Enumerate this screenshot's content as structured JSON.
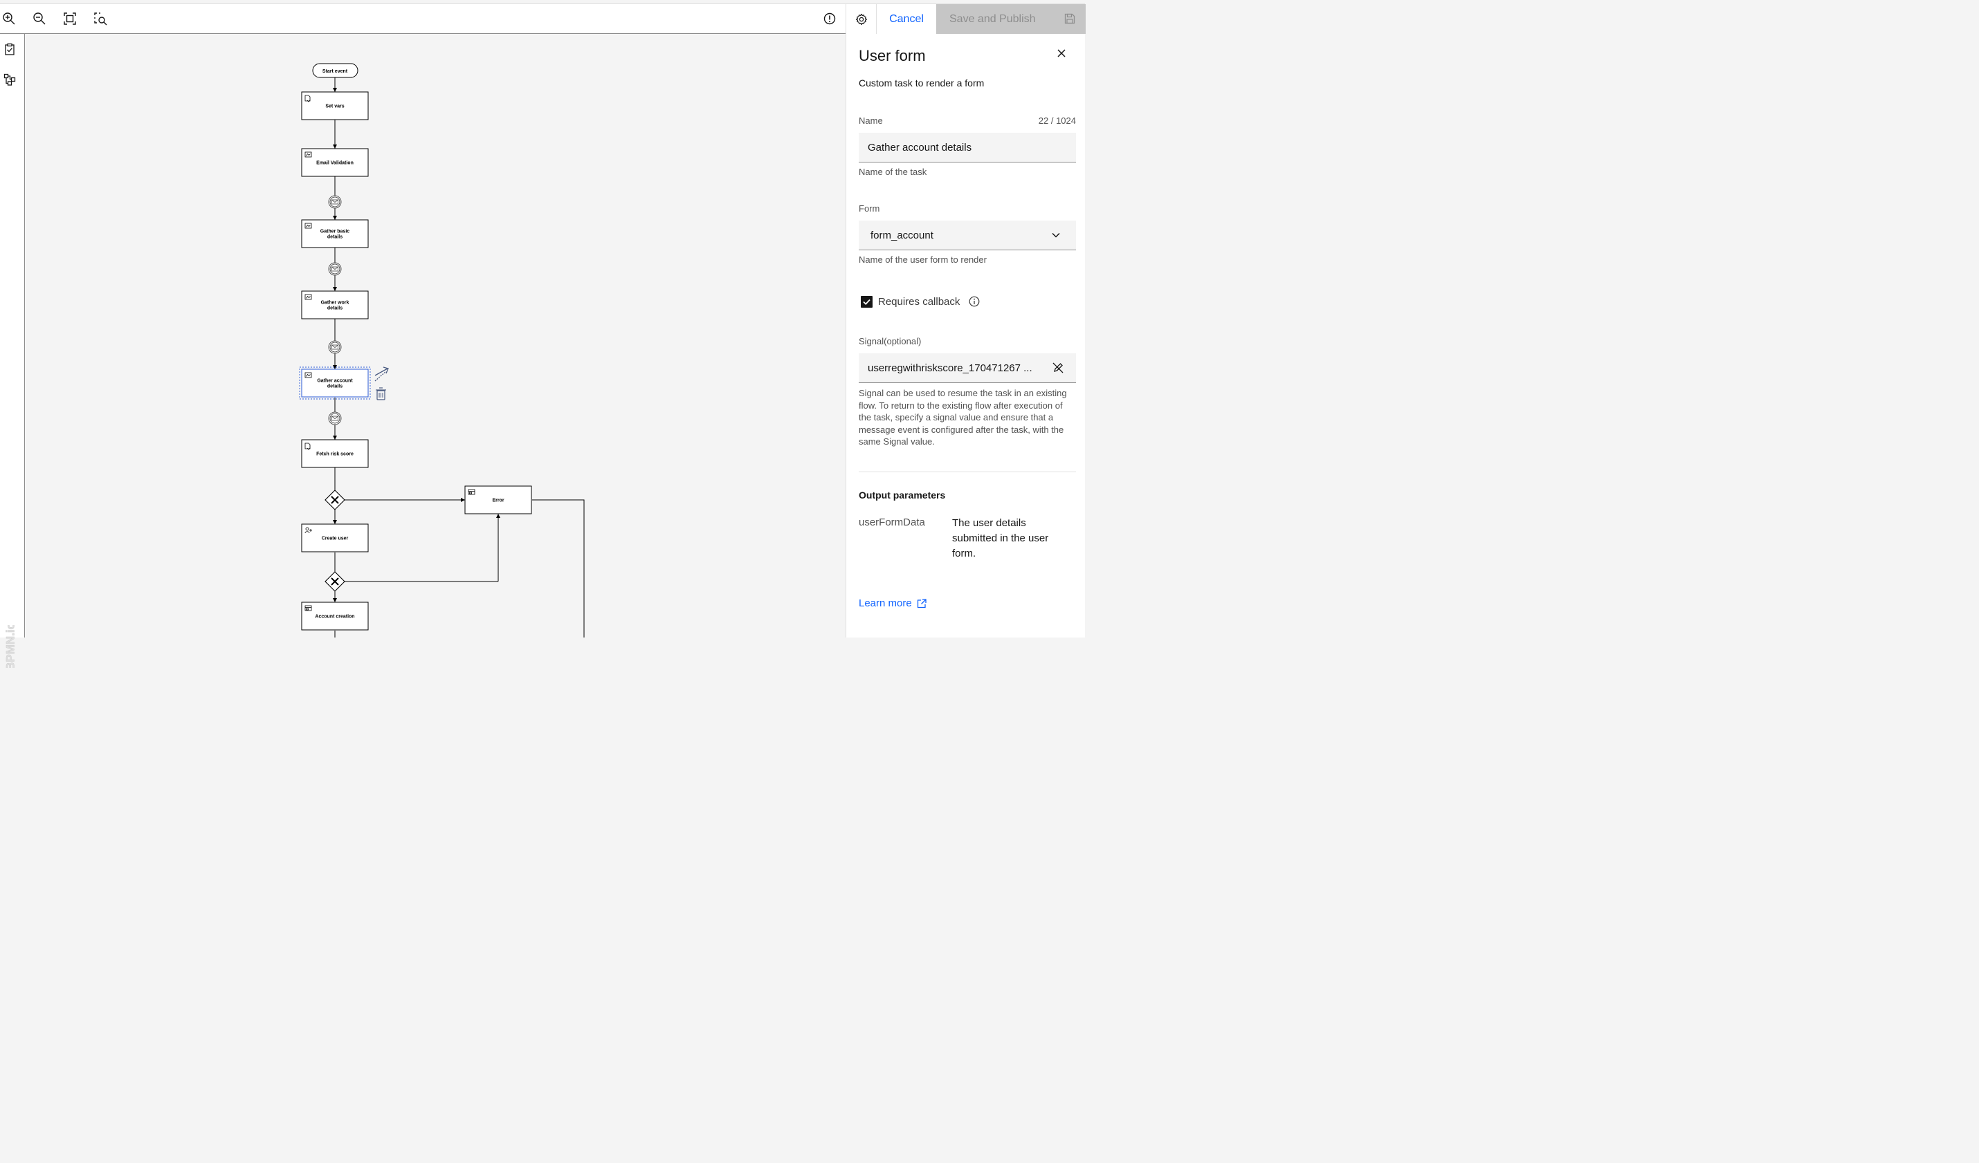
{
  "toolbar": {
    "zoom_in": "zoom-in-icon",
    "zoom_out": "zoom-out-icon",
    "fit": "fit-to-screen-icon",
    "zoom_area": "zoom-area-icon",
    "warning": "warning-icon"
  },
  "header": {
    "cancel_label": "Cancel",
    "publish_label": "Save and Publish"
  },
  "bpmn_logo": "BPMN.io",
  "diagram": {
    "start_event": "Start event",
    "tasks": [
      {
        "id": "set-vars",
        "lines": [
          "Set vars"
        ]
      },
      {
        "id": "email-validation",
        "lines": [
          "Email Validation"
        ]
      },
      {
        "id": "gather-basic",
        "lines": [
          "Gather basic",
          "details"
        ]
      },
      {
        "id": "gather-work",
        "lines": [
          "Gather work",
          "details"
        ]
      },
      {
        "id": "gather-account",
        "lines": [
          "Gather account",
          "details"
        ]
      },
      {
        "id": "fetch-risk",
        "lines": [
          "Fetch risk score"
        ]
      },
      {
        "id": "error",
        "lines": [
          "Error"
        ]
      },
      {
        "id": "create-user",
        "lines": [
          "Create user"
        ]
      },
      {
        "id": "account-creation",
        "lines": [
          "Account creation"
        ]
      }
    ]
  },
  "panel": {
    "title": "User form",
    "description": "Custom task to render a form",
    "name": {
      "label": "Name",
      "counter": "22 / 1024",
      "value": "Gather account details",
      "helper": "Name of the task"
    },
    "form": {
      "label": "Form",
      "value": "form_account",
      "helper": "Name of the user form to render"
    },
    "callback": {
      "label": "Requires callback",
      "checked": true
    },
    "signal": {
      "label": "Signal(optional)",
      "value": "userregwithriskscore_170471267 ...",
      "helper": "Signal can be used to resume the task in an existing flow. To return to the existing flow after execution of the task, specify a signal value and ensure that a message event is configured after the task, with the same Signal value."
    },
    "output": {
      "title": "Output parameters",
      "param_name": "userFormData",
      "param_desc": "The user details submitted in the user form."
    },
    "learn_more": "Learn more"
  },
  "colors": {
    "accent": "#0f62fe",
    "selection": "#2b5bd7"
  }
}
